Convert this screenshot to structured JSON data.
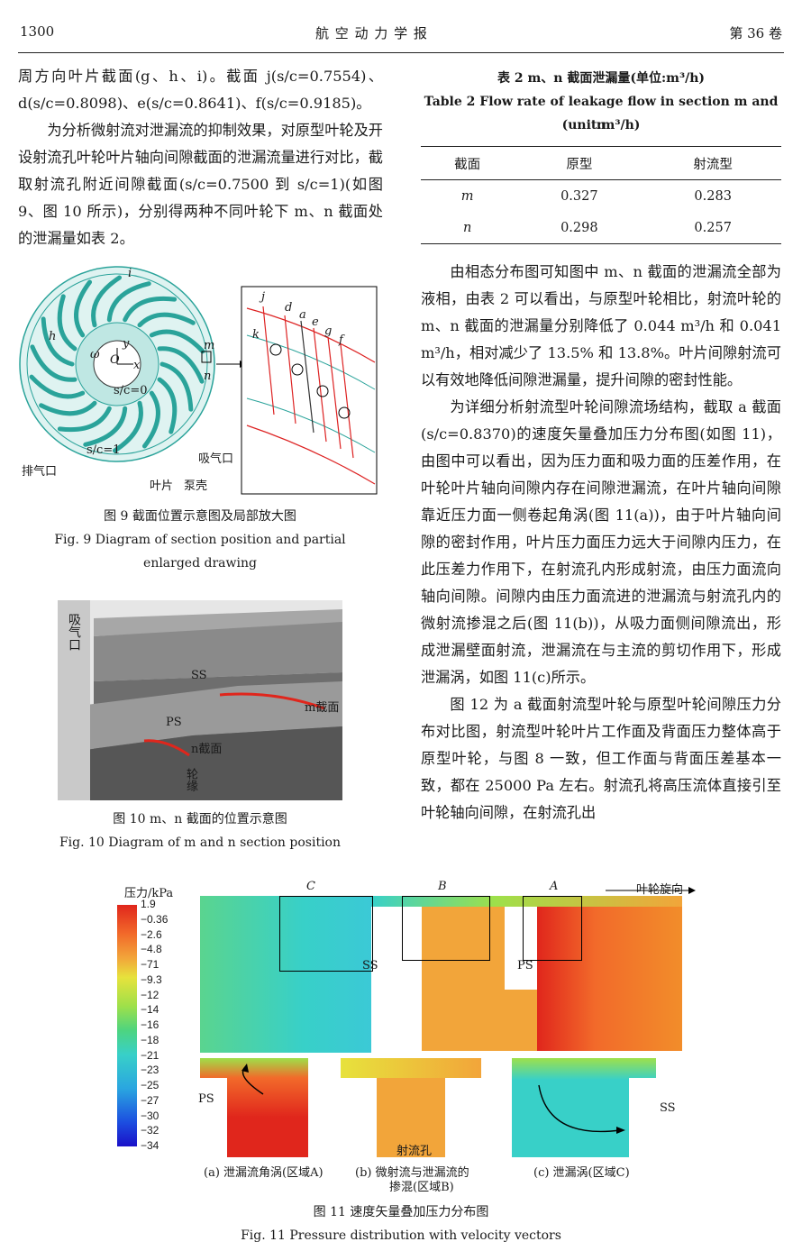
{
  "header": {
    "page_number": "1300",
    "journal": "航 空 动 力 学 报",
    "volume": "第 36 卷"
  },
  "left_col": {
    "p1": "周方向叶片截面(g、h、i)。截面 j(s/c=0.7554)、d(s/c=0.8098)、e(s/c=0.8641)、f(s/c=0.9185)。",
    "p2": "为分析微射流对泄漏流的抑制效果，对原型叶轮及开设射流孔叶轮叶片轴向间隙截面的泄漏流量进行对比，截取射流孔附近间隙截面(s/c=0.7500 到 s/c=1)(如图 9、图 10 所示)，分别得两种不同叶轮下 m、n 截面处的泄漏量如表 2。"
  },
  "fig9": {
    "labels": {
      "i": "i",
      "h": "h",
      "omega": "ω",
      "y": "y",
      "O": "O",
      "x": "x",
      "sc0": "s/c=0",
      "sc1": "s/c=1",
      "m": "m",
      "n": "n",
      "exhaust": "排气口",
      "intake": "吸气口",
      "blade": "叶片",
      "casing": "泵壳",
      "j": "j",
      "d": "d",
      "a": "a",
      "e": "e",
      "g": "g",
      "f": "f",
      "k": "k"
    },
    "caption_cn": "图 9   截面位置示意图及局部放大图",
    "caption_en_1": "Fig. 9   Diagram of section position and partial",
    "caption_en_2": "enlarged drawing"
  },
  "fig10": {
    "labels": {
      "intake": "吸气口",
      "SS": "SS",
      "PS": "PS",
      "m_sec": "m截面",
      "n_sec": "n截面",
      "rim": "轮缘"
    },
    "caption_cn": "图 10   m、n 截面的位置示意图",
    "caption_en": "Fig. 10   Diagram of m and n section position"
  },
  "table2": {
    "title_cn": "表 2   m、n 截面泄漏量(单位:m³/h)",
    "title_en_1": "Table 2   Flow rate of leakage flow in section m and n",
    "title_en_2": "(unit:m³/h)",
    "headers": [
      "截面",
      "原型",
      "射流型"
    ],
    "rows": [
      [
        "m",
        "0.327",
        "0.283"
      ],
      [
        "n",
        "0.298",
        "0.257"
      ]
    ]
  },
  "right_col": {
    "p1": "由相态分布图可知图中 m、n 截面的泄漏流全部为液相，由表 2 可以看出，与原型叶轮相比，射流叶轮的 m、n 截面的泄漏量分别降低了 0.044 m³/h 和 0.041 m³/h，相对减少了 13.5% 和 13.8%。叶片间隙射流可以有效地降低间隙泄漏量，提升间隙的密封性能。",
    "p2": "为详细分析射流型叶轮间隙流场结构，截取 a 截面(s/c=0.8370)的速度矢量叠加压力分布图(如图 11)，由图中可以看出，因为压力面和吸力面的压差作用，在叶轮叶片轴向间隙内存在间隙泄漏流，在叶片轴向间隙靠近压力面一侧卷起角涡(图 11(a))，由于叶片轴向间隙的密封作用，叶片压力面压力远大于间隙内压力，在此压差力作用下，在射流孔内形成射流，由压力面流向轴向间隙。间隙内由压力面流进的泄漏流与射流孔内的微射流掺混之后(图 11(b))，从吸力面侧间隙流出，形成泄漏壁面射流，泄漏流在与主流的剪切作用下，形成泄漏涡，如图 11(c)所示。",
    "p3": "图 12 为 a 截面射流型叶轮与原型叶轮间隙压力分布对比图，射流型叶轮叶片工作面及背面压力整体高于原型叶轮，与图 8 一致，但工作面与背面压差基本一致，都在 25000 Pa 左右。射流孔将高压流体直接引至叶轮轴向间隙，在射流孔出"
  },
  "fig11": {
    "colorbar_title": "压力/kPa",
    "colorbar_ticks": [
      "1.9",
      "−0.36",
      "−2.6",
      "−4.8",
      "−71",
      "−9.3",
      "−12",
      "−14",
      "−16",
      "−18",
      "−21",
      "−23",
      "−25",
      "−27",
      "−30",
      "−32",
      "−34"
    ],
    "labels": {
      "C": "C",
      "B": "B",
      "A": "A",
      "rotation": "叶轮旋向",
      "SS": "SS",
      "PS": "PS",
      "PS2": "PS",
      "SS2": "SS",
      "jet_hole": "射流孔"
    },
    "sub_a": "(a) 泄漏流角涡(区域A)",
    "sub_b1": "(b) 微射流与泄漏流的",
    "sub_b2": "掺混(区域B)",
    "sub_c": "(c) 泄漏涡(区域C)",
    "caption_cn": "图 11   速度矢量叠加压力分布图",
    "caption_en": "Fig. 11   Pressure distribution with velocity vectors"
  },
  "colors": {
    "red": "#e0261c",
    "cyan": "#38d0c8",
    "orange": "#f2a53a"
  }
}
